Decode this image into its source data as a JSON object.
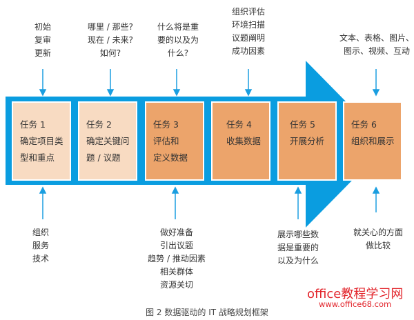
{
  "top_labels": [
    {
      "lines": [
        "初始",
        "复审",
        "更新"
      ]
    },
    {
      "lines": [
        "哪里 / 那些?",
        "现在 / 未来?",
        "如何?"
      ]
    },
    {
      "lines": [
        "什么将是重",
        "要的以及为",
        "什么?"
      ]
    },
    {
      "lines": [
        "组织评估",
        "环境扫描",
        "议题阐明",
        "成功因素"
      ]
    },
    {
      "lines": [
        "文本、表格、图片、",
        "图示、视频、互动"
      ]
    }
  ],
  "tasks": [
    {
      "title": "任务 1",
      "lines": [
        "确定项目类",
        "型和重点"
      ]
    },
    {
      "title": "任务 2",
      "lines": [
        "确定关键问",
        "题 / 议题"
      ]
    },
    {
      "title": "任务 3",
      "lines": [
        "评估和",
        "定义数据"
      ]
    },
    {
      "title": "任务 4",
      "lines": [
        "收集数据"
      ]
    },
    {
      "title": "任务 5",
      "lines": [
        "开展分析"
      ]
    },
    {
      "title": "任务 6",
      "lines": [
        "组织和展示"
      ]
    }
  ],
  "bottom_labels": [
    {
      "lines": [
        "组织",
        "服务",
        "技术"
      ]
    },
    {
      "lines": [
        "做好准备",
        "引出议题",
        "趋势 / 推动因素",
        "相关群体",
        "资源关切"
      ]
    },
    {
      "lines": [
        "展示哪些数",
        "据是重要的",
        "以及为什么"
      ]
    },
    {
      "lines": [
        "就关心的方面",
        "做比较"
      ]
    }
  ],
  "caption": "图 2  数据驱动的 IT 战略规划框架",
  "watermark": {
    "name": "office教程学习网",
    "url": "www.office68.com"
  },
  "colors": {
    "arrow": "#0a9de0",
    "light": "#f8dbc2",
    "dark": "#eca46b"
  }
}
